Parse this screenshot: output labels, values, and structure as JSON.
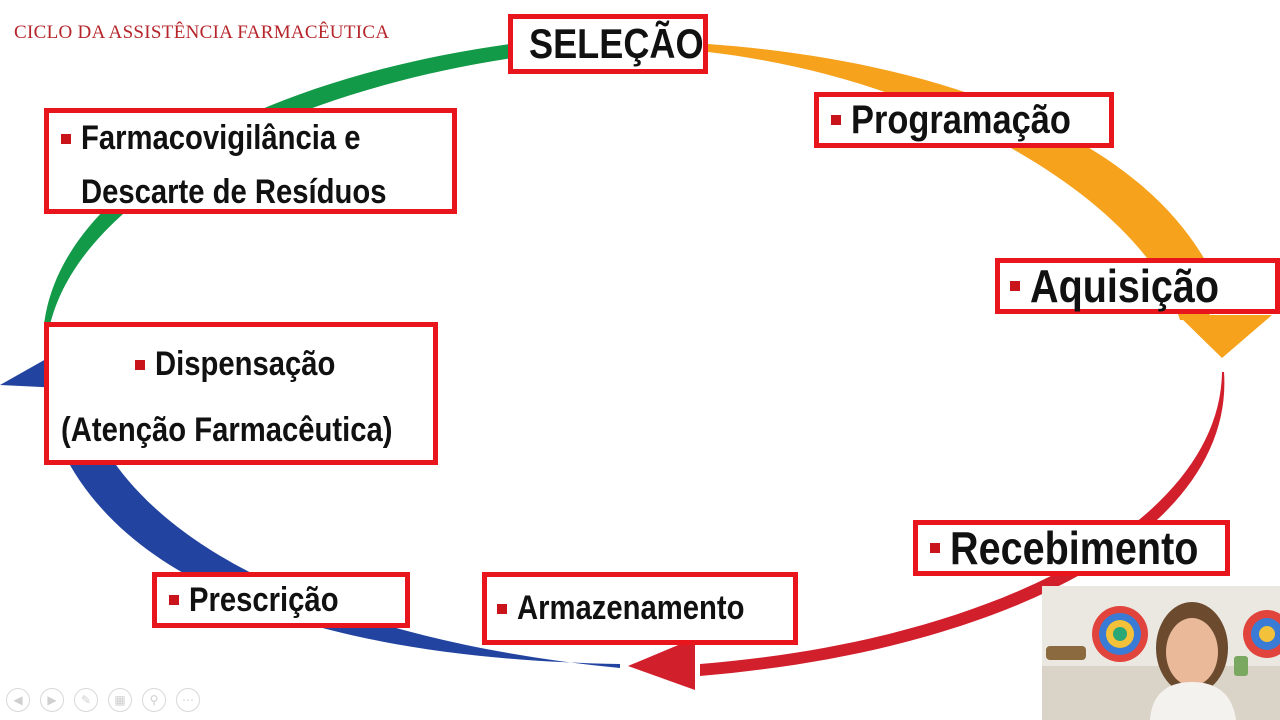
{
  "slide": {
    "title": "CICLO DA ASSISTÊNCIA FARMACÊUTICA"
  },
  "steps": {
    "selecao": "SELEÇÃO",
    "programacao": "Programação",
    "aquisicao": "Aquisição",
    "recebimento": "Recebimento",
    "armazenamento": "Armazenamento",
    "prescricao": "Prescrição",
    "dispensacao_line1": "Dispensação",
    "dispensacao_line2": "(Atenção Farmacêutica)",
    "farmaco_line1": "Farmacovigilância e",
    "farmaco_line2": "Descarte de Resíduos"
  },
  "colors": {
    "box_border": "#e8161c",
    "bullet": "#c8141a",
    "arrow_green": "#129a48",
    "arrow_orange": "#f6a21c",
    "arrow_red": "#d21f2c",
    "arrow_blue": "#2244a0"
  },
  "controls": [
    "prev-icon",
    "next-icon",
    "pen-icon",
    "slides-icon",
    "zoom-icon",
    "more-icon"
  ],
  "video": {
    "description_icon": "presenter-webcam"
  }
}
